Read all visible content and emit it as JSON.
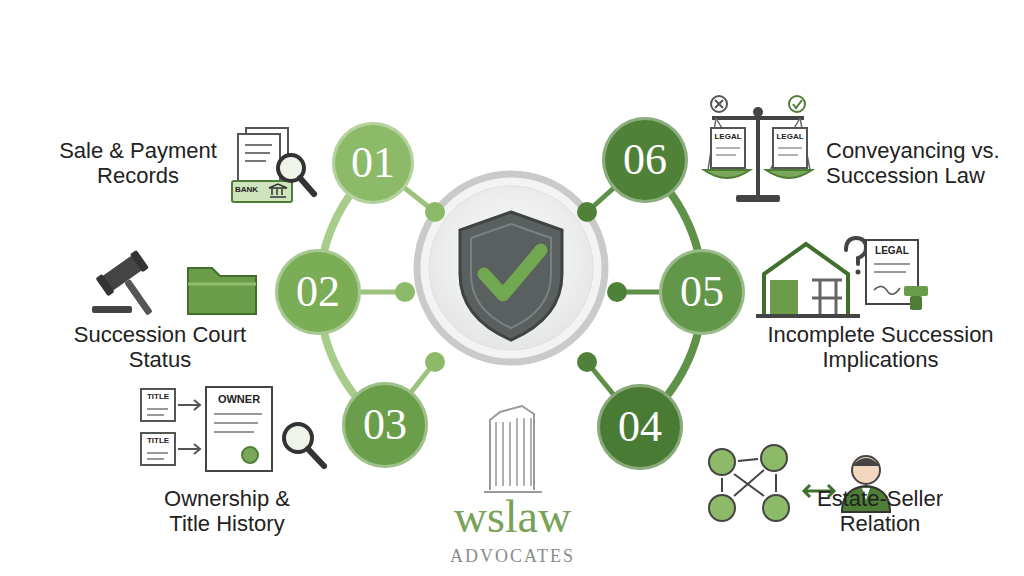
{
  "diagram": {
    "nodes": [
      {
        "text": [
          "01"
        ]
      },
      {
        "text": [
          "02"
        ]
      },
      {
        "text": [
          "03"
        ]
      },
      {
        "text": [
          "04"
        ]
      },
      {
        "text": [
          "05"
        ]
      },
      {
        "text": [
          "06"
        ]
      }
    ],
    "edges": [
      {
        "from": 0,
        "to": 1,
        "arrow": "none"
      },
      {
        "from": 1,
        "to": 2,
        "arrow": "none"
      },
      {
        "from": 5,
        "to": 4,
        "arrow": "none"
      },
      {
        "from": 4,
        "to": 3,
        "arrow": "none"
      }
    ],
    "labels": [
      "Sale & Payment Records",
      "BANK",
      "Succession Court Status",
      "TITLE",
      "OWNER",
      "TITLE",
      "Ownership & Title History",
      "LEGAL",
      "LEGAL",
      "Conveyancing vs. Succession Law",
      "LEGAL",
      "Incomplete Succession Implications",
      "Estate-Seller Relation",
      "wslaw",
      "ADVOCATES"
    ]
  }
}
